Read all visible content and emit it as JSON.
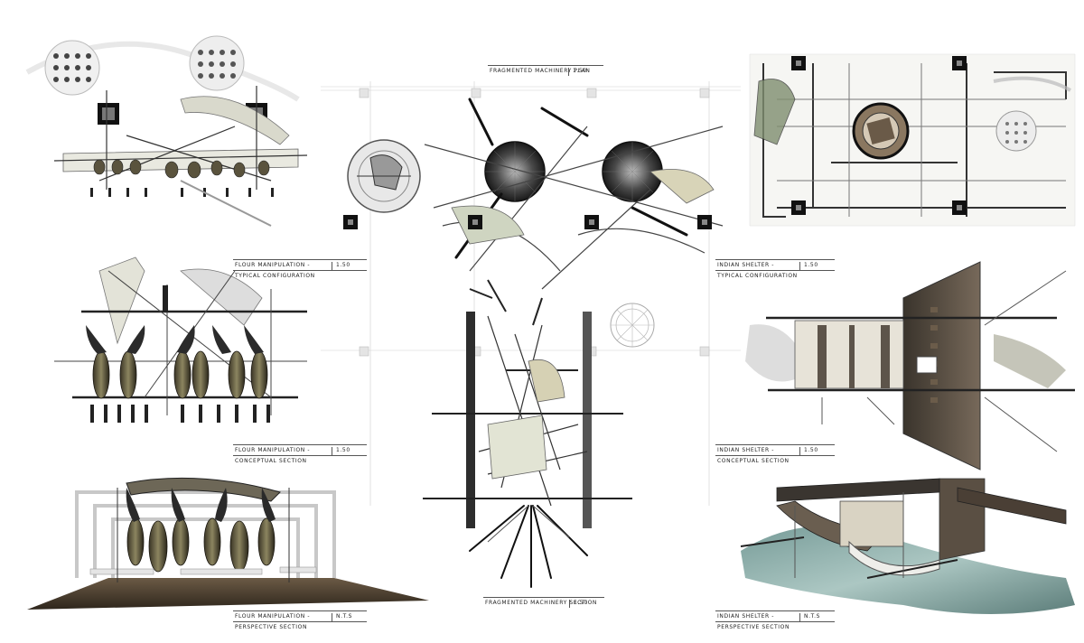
{
  "board": {
    "captions": [
      {
        "id": "plan-center",
        "line1": "Fragmented Machinery Plan",
        "line2": "",
        "scale": "1.50"
      },
      {
        "id": "flour-typical",
        "line1": "Flour Manipulation -",
        "line2": "Typical Configuration",
        "scale": "1.50"
      },
      {
        "id": "indian-typical",
        "line1": "Indian Shelter -",
        "line2": "Typical Configuration",
        "scale": "1.50"
      },
      {
        "id": "flour-conceptual",
        "line1": "Flour Manipulation -",
        "line2": "Conceptual Section",
        "scale": "1.50"
      },
      {
        "id": "indian-conceptual",
        "line1": "Indian Shelter -",
        "line2": "Conceptual Section",
        "scale": "1.50"
      },
      {
        "id": "flour-perspective",
        "line1": "Flour Manipulation -",
        "line2": "Perspective Section",
        "scale": "N.T.S"
      },
      {
        "id": "section-center",
        "line1": "Fragmented Machinery Section",
        "line2": "",
        "scale": "1.50"
      },
      {
        "id": "indian-perspective",
        "line1": "Indian Shelter -",
        "line2": "Perspective Section",
        "scale": "N.T.S"
      }
    ]
  }
}
